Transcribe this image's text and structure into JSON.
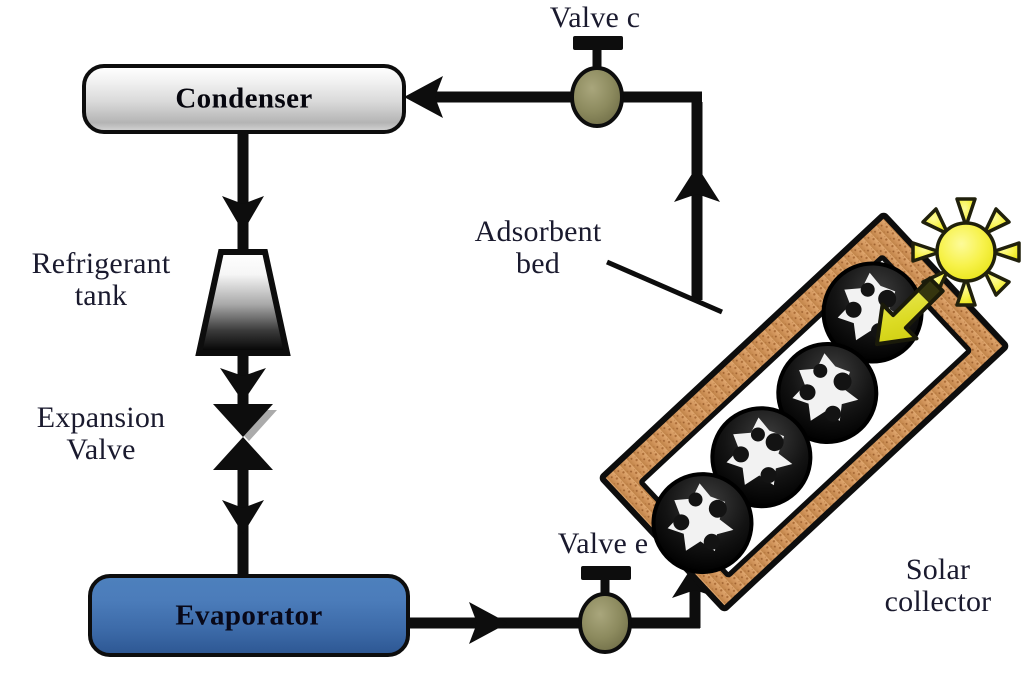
{
  "diagram": {
    "title": "Solar adsorption refrigeration cycle schematic",
    "components": {
      "condenser": {
        "label": "Condenser",
        "shape": "rounded-rectangle",
        "fill": "grey-gradient"
      },
      "evaporator": {
        "label": "Evaporator",
        "shape": "rounded-rectangle",
        "fill": "#3c6aa8"
      },
      "refrigerant_tank": {
        "label": "Refrigerant\ntank",
        "shape": "trapezoid",
        "fill": "white-to-black-gradient"
      },
      "expansion_valve": {
        "label": "Expansion\nValve",
        "shape": "bowtie",
        "fill": "#000000"
      },
      "valve_c": {
        "label": "Valve c",
        "shape": "globe-valve",
        "fill": "#8c8a5e"
      },
      "valve_e": {
        "label": "Valve e",
        "shape": "globe-valve",
        "fill": "#8c8a5e"
      },
      "adsorbent_bed": {
        "label": "Adsorbent\nbed",
        "leader_line": true
      },
      "solar_collector": {
        "label": "Solar\ncollector",
        "shape": "tilted-rectangle",
        "frame_fill": "#d2955c",
        "glazing_fill": "#ffffff",
        "tube_count": 4,
        "tilt_degrees": 45
      },
      "sun": {
        "name": "sun-icon",
        "fill": "#f5f03c",
        "rays": 8
      },
      "solar_radiation_arrow": {
        "name": "radiation-arrow-icon",
        "fill": "#d6d61e",
        "direction": "down-left"
      }
    },
    "colors": {
      "pipe": "#0d0d0d",
      "valve_body": "#8c8a5e",
      "cork_frame": "#d2955c",
      "cork_speckle": "#9c5c28",
      "evaporator_blue": "#3c6aa8",
      "sun_yellow": "#f5f03c",
      "arrow_yellow": "#d6d61e",
      "background": "#ffffff",
      "text": "#1a1a2e"
    },
    "flow_arrows": [
      {
        "name": "condenser-inlet-arrow",
        "direction": "left",
        "from": "valve_c",
        "to": "condenser"
      },
      {
        "name": "condenser-to-tank-arrow",
        "direction": "down",
        "from": "condenser",
        "to": "refrigerant_tank"
      },
      {
        "name": "tank-to-expansion-valve-arrow",
        "direction": "down",
        "from": "refrigerant_tank",
        "to": "expansion_valve"
      },
      {
        "name": "expansion-valve-to-evaporator-arrow",
        "direction": "down",
        "from": "expansion_valve",
        "to": "evaporator"
      },
      {
        "name": "evaporator-outlet-arrow",
        "direction": "right",
        "from": "evaporator",
        "to": "valve_e"
      },
      {
        "name": "valve-e-riser-arrow",
        "direction": "up",
        "from": "valve_e",
        "to": "solar_collector"
      },
      {
        "name": "collector-inlet-arrow",
        "direction": "right",
        "from": "valve_e",
        "to": "solar_collector"
      },
      {
        "name": "collector-outlet-arrow",
        "direction": "up",
        "from": "solar_collector",
        "to": "valve_c"
      }
    ]
  },
  "labels": {
    "condenser": "Condenser",
    "evaporator": "Evaporator",
    "refrigerant_tank": "Refrigerant\ntank",
    "expansion_valve": "Expansion\nValve",
    "valve_c": "Valve c",
    "valve_e": "Valve e",
    "adsorbent_bed": "Adsorbent\nbed",
    "solar_collector": "Solar\ncollector"
  }
}
